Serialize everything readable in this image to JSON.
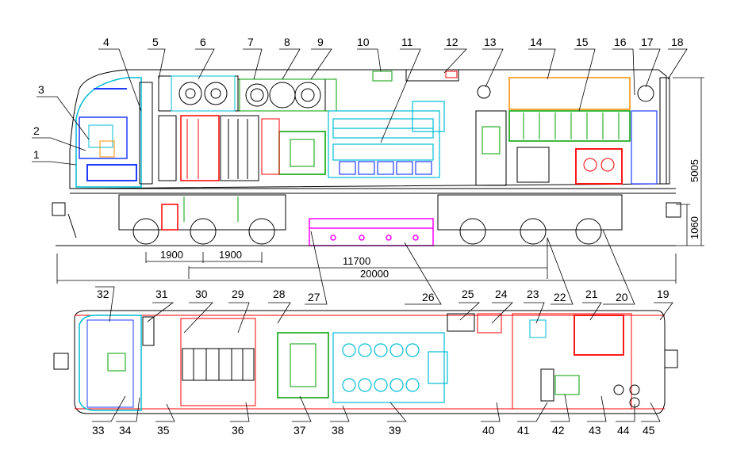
{
  "side_view": {
    "callouts_top": [
      "4",
      "5",
      "6",
      "7",
      "8",
      "9",
      "10",
      "11",
      "12",
      "13",
      "14",
      "15",
      "16",
      "17",
      "18"
    ],
    "callouts_left": [
      "3",
      "2",
      "1"
    ],
    "callouts_bottom": [
      "27",
      "26",
      "22",
      "20"
    ],
    "dimensions": {
      "wheelbase_a": "1900",
      "wheelbase_b": "1900",
      "bogie_centers": "11700",
      "overall_length": "20000",
      "height": "5005",
      "coupler_height": "1060"
    }
  },
  "plan_view": {
    "callouts_top": [
      "32",
      "31",
      "30",
      "29",
      "28",
      "25",
      "24",
      "23",
      "21",
      "19"
    ],
    "callouts_bottom": [
      "33",
      "34",
      "35",
      "36",
      "37",
      "38",
      "39",
      "40",
      "41",
      "42",
      "43",
      "44",
      "45"
    ]
  }
}
